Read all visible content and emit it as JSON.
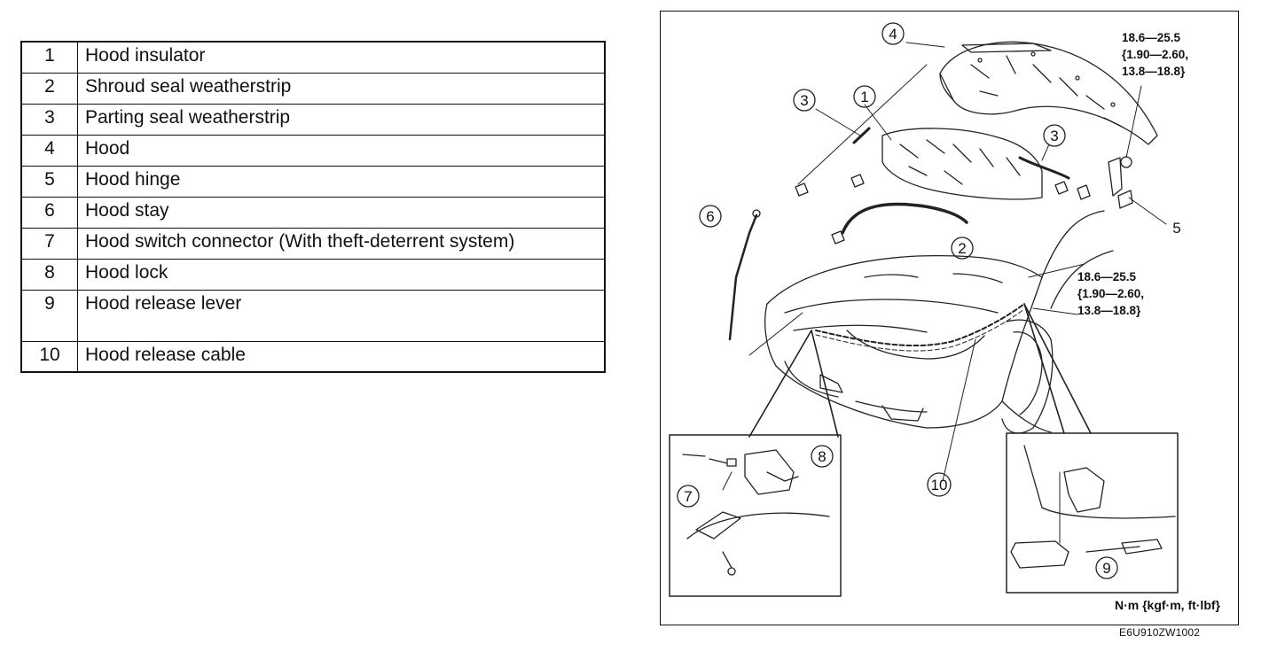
{
  "parts": [
    {
      "num": "1",
      "name": "Hood insulator"
    },
    {
      "num": "2",
      "name": "Shroud seal weatherstrip"
    },
    {
      "num": "3",
      "name": "Parting seal weatherstrip"
    },
    {
      "num": "4",
      "name": "Hood"
    },
    {
      "num": "5",
      "name": "Hood hinge"
    },
    {
      "num": "6",
      "name": "Hood stay"
    },
    {
      "num": "7",
      "name": "Hood switch connector (With theft-deterrent system)"
    },
    {
      "num": "8",
      "name": "Hood lock"
    },
    {
      "num": "9",
      "name": "Hood release lever"
    },
    {
      "num": "10",
      "name": "Hood release cable"
    }
  ],
  "diagram": {
    "torque_top": {
      "line1": "18.6—25.5",
      "line2": "{1.90—2.60,",
      "line3": "13.8—18.8}"
    },
    "torque_mid": {
      "line1": "18.6—25.5",
      "line2": "{1.90—2.60,",
      "line3": "13.8—18.8}"
    },
    "units": "N·m {kgf·m, ft·lbf}",
    "callouts": {
      "c1": "1",
      "c2": "2",
      "c3a": "3",
      "c3b": "3",
      "c4": "4",
      "c5": "5",
      "c6": "6",
      "c7": "7",
      "c8": "8",
      "c9": "9",
      "c10": "10"
    }
  },
  "figure_code": "E6U910ZW1002"
}
